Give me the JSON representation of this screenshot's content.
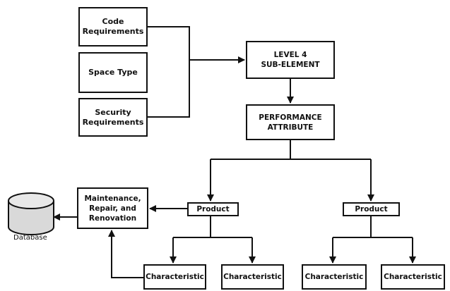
{
  "nodes": {
    "code_requirements": "Code\nRequirements",
    "space_type": "Space Type",
    "security_requirements": "Security\nRequirements",
    "level4_sub_element": "LEVEL 4\nSUB-ELEMENT",
    "performance_attribute": "PERFORMANCE\nATTRIBUTE",
    "maintenance": "Maintenance,\nRepair, and\nRenovation",
    "product_left": "Product",
    "product_right": "Product",
    "characteristic_1": "Characteristic",
    "characteristic_2": "Characteristic",
    "characteristic_3": "Characteristic",
    "characteristic_4": "Characteristic",
    "database": "Database"
  },
  "icons": {
    "database": "database-cylinder-icon"
  },
  "colors": {
    "line": "#111111",
    "cylinder_fill": "#d9d9d9",
    "box_fill": "#ffffff"
  }
}
